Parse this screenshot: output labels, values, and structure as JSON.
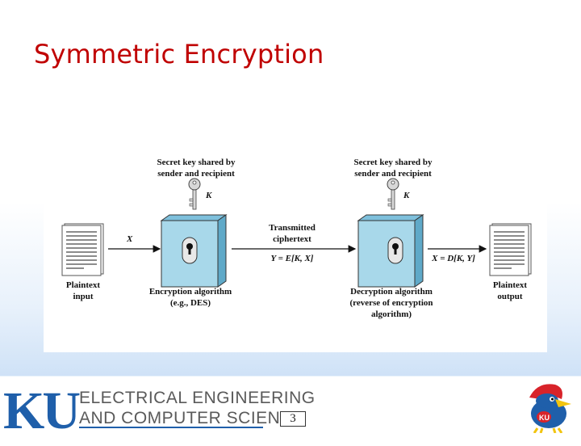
{
  "slide": {
    "title": "Symmetric Encryption",
    "page_number": "3"
  },
  "diagram": {
    "left_key_caption": [
      "Secret key shared by",
      "sender and recipient"
    ],
    "right_key_caption": [
      "Secret key shared by",
      "sender and recipient"
    ],
    "key_symbol": "K",
    "input_symbol": "X",
    "channel_label": [
      "Transmitted",
      "ciphertext"
    ],
    "channel_formula": "Y = E[K, X]",
    "output_formula": "X = D[K, Y]",
    "plaintext_input_label": [
      "Plaintext",
      "input"
    ],
    "encryption_label": [
      "Encryption algorithm",
      "(e.g., DES)"
    ],
    "decryption_label": [
      "Decryption algorithm",
      "(reverse of encryption",
      "algorithm)"
    ],
    "plaintext_output_label": [
      "Plaintext",
      "output"
    ]
  },
  "footer": {
    "logo_letters": "KU",
    "dept_line1": "ELECTRICAL ENGINEERING",
    "dept_line2": "AND COMPUTER SCIENCE"
  },
  "colors": {
    "title": "#c00000",
    "box_face": "#a8d8ea",
    "box_side": "#5fa9c8",
    "ku_blue": "#1f5faa"
  }
}
